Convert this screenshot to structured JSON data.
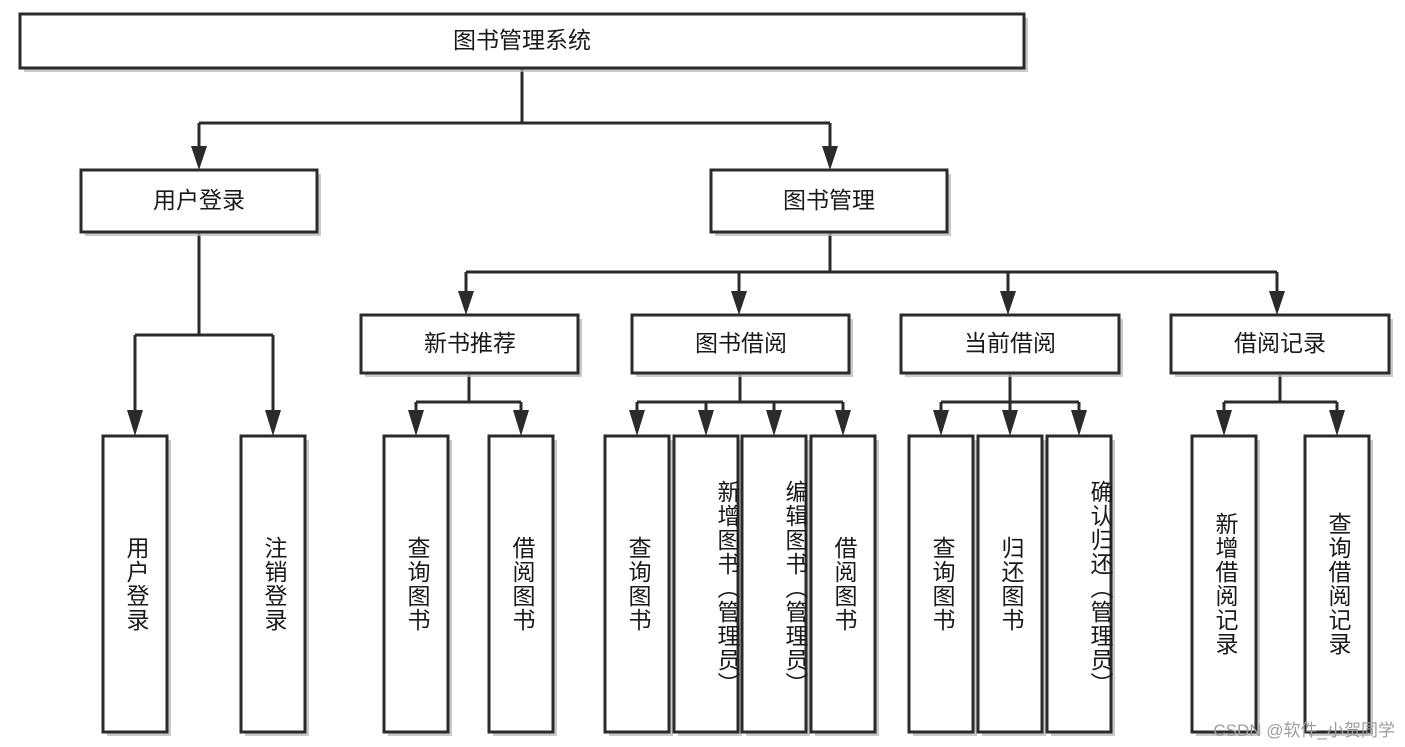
{
  "diagram": {
    "type": "tree",
    "title": "图书管理系统",
    "watermark": "CSDN @软件_小贺同学",
    "root": {
      "id": "root",
      "label": "图书管理系统",
      "orientation": "horizontal"
    },
    "level2": [
      {
        "id": "user-login",
        "label": "用户登录",
        "orientation": "horizontal"
      },
      {
        "id": "book-manage",
        "label": "图书管理",
        "orientation": "horizontal"
      }
    ],
    "level3": [
      {
        "id": "new-book-recommend",
        "label": "新书推荐",
        "orientation": "horizontal",
        "parent": "book-manage"
      },
      {
        "id": "book-borrow",
        "label": "图书借阅",
        "orientation": "horizontal",
        "parent": "book-manage"
      },
      {
        "id": "current-borrow",
        "label": "当前借阅",
        "orientation": "horizontal",
        "parent": "book-manage"
      },
      {
        "id": "borrow-record",
        "label": "借阅记录",
        "orientation": "horizontal",
        "parent": "book-manage"
      }
    ],
    "leaves": [
      {
        "id": "leaf-user-login",
        "label": "用户登录",
        "orientation": "vertical",
        "parent": "user-login"
      },
      {
        "id": "leaf-user-logout",
        "label": "注销登录",
        "orientation": "vertical",
        "parent": "user-login"
      },
      {
        "id": "leaf-query-book-1",
        "label": "查询图书",
        "orientation": "vertical",
        "parent": "new-book-recommend"
      },
      {
        "id": "leaf-borrow-book-1",
        "label": "借阅图书",
        "orientation": "vertical",
        "parent": "new-book-recommend"
      },
      {
        "id": "leaf-query-book-2",
        "label": "查询图书",
        "orientation": "vertical",
        "parent": "book-borrow"
      },
      {
        "id": "leaf-add-book",
        "label": "新增图书（管理员）",
        "orientation": "vertical",
        "parent": "book-borrow"
      },
      {
        "id": "leaf-edit-book",
        "label": "编辑图书（管理员）",
        "orientation": "vertical",
        "parent": "book-borrow"
      },
      {
        "id": "leaf-borrow-book-2",
        "label": "借阅图书",
        "orientation": "vertical",
        "parent": "book-borrow"
      },
      {
        "id": "leaf-query-book-3",
        "label": "查询图书",
        "orientation": "vertical",
        "parent": "current-borrow"
      },
      {
        "id": "leaf-return-book",
        "label": "归还图书",
        "orientation": "vertical",
        "parent": "current-borrow"
      },
      {
        "id": "leaf-confirm-return",
        "label": "确认归还（管理员）",
        "orientation": "vertical",
        "parent": "current-borrow"
      },
      {
        "id": "leaf-add-record",
        "label": "新增借阅记录",
        "orientation": "vertical",
        "parent": "borrow-record"
      },
      {
        "id": "leaf-query-record",
        "label": "查询借阅记录",
        "orientation": "vertical",
        "parent": "borrow-record"
      }
    ],
    "colors": {
      "box_stroke": "#2b2b2b",
      "box_fill": "#ffffff",
      "edge": "#2b2b2b",
      "text": "#1a1a1a",
      "watermark": "#9d9d9d",
      "background": "#ffffff"
    }
  }
}
